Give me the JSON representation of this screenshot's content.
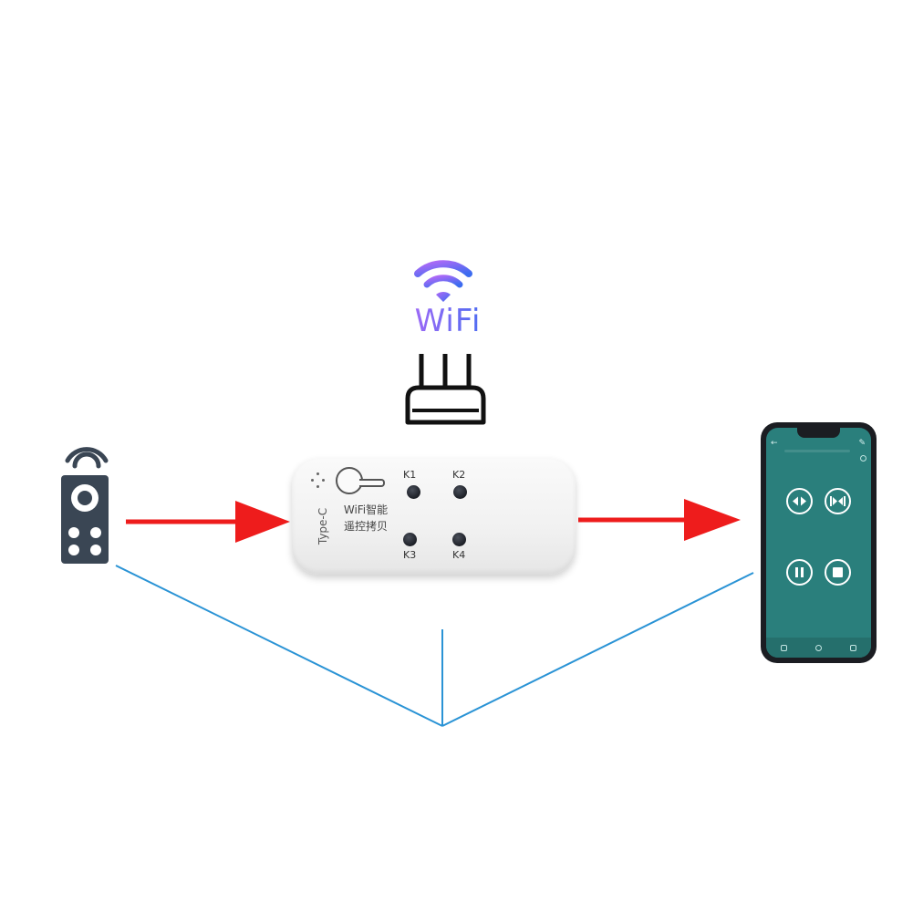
{
  "wifi": {
    "label": "WiFi",
    "gradient_start": "#b06af7",
    "gradient_end": "#3b6cf0"
  },
  "icons": {
    "wifi": "wifi-signal-icon",
    "router": "router-icon",
    "remote": "remote-control-icon",
    "phone": "smartphone-icon"
  },
  "device": {
    "port_label": "Type-C",
    "name_line1": "WiFi智能",
    "name_line2": "遥控拷贝",
    "keys": [
      "K1",
      "K2",
      "K3",
      "K4"
    ]
  },
  "colors": {
    "arrow": "#ee1c1c",
    "connector_line": "#2a93d5",
    "remote_body": "#3a4654",
    "app_background": "#2a7f7c"
  },
  "phone_app": {
    "buttons": [
      "open-close-icon",
      "reverse-icon",
      "pause-icon",
      "stop-icon"
    ]
  }
}
